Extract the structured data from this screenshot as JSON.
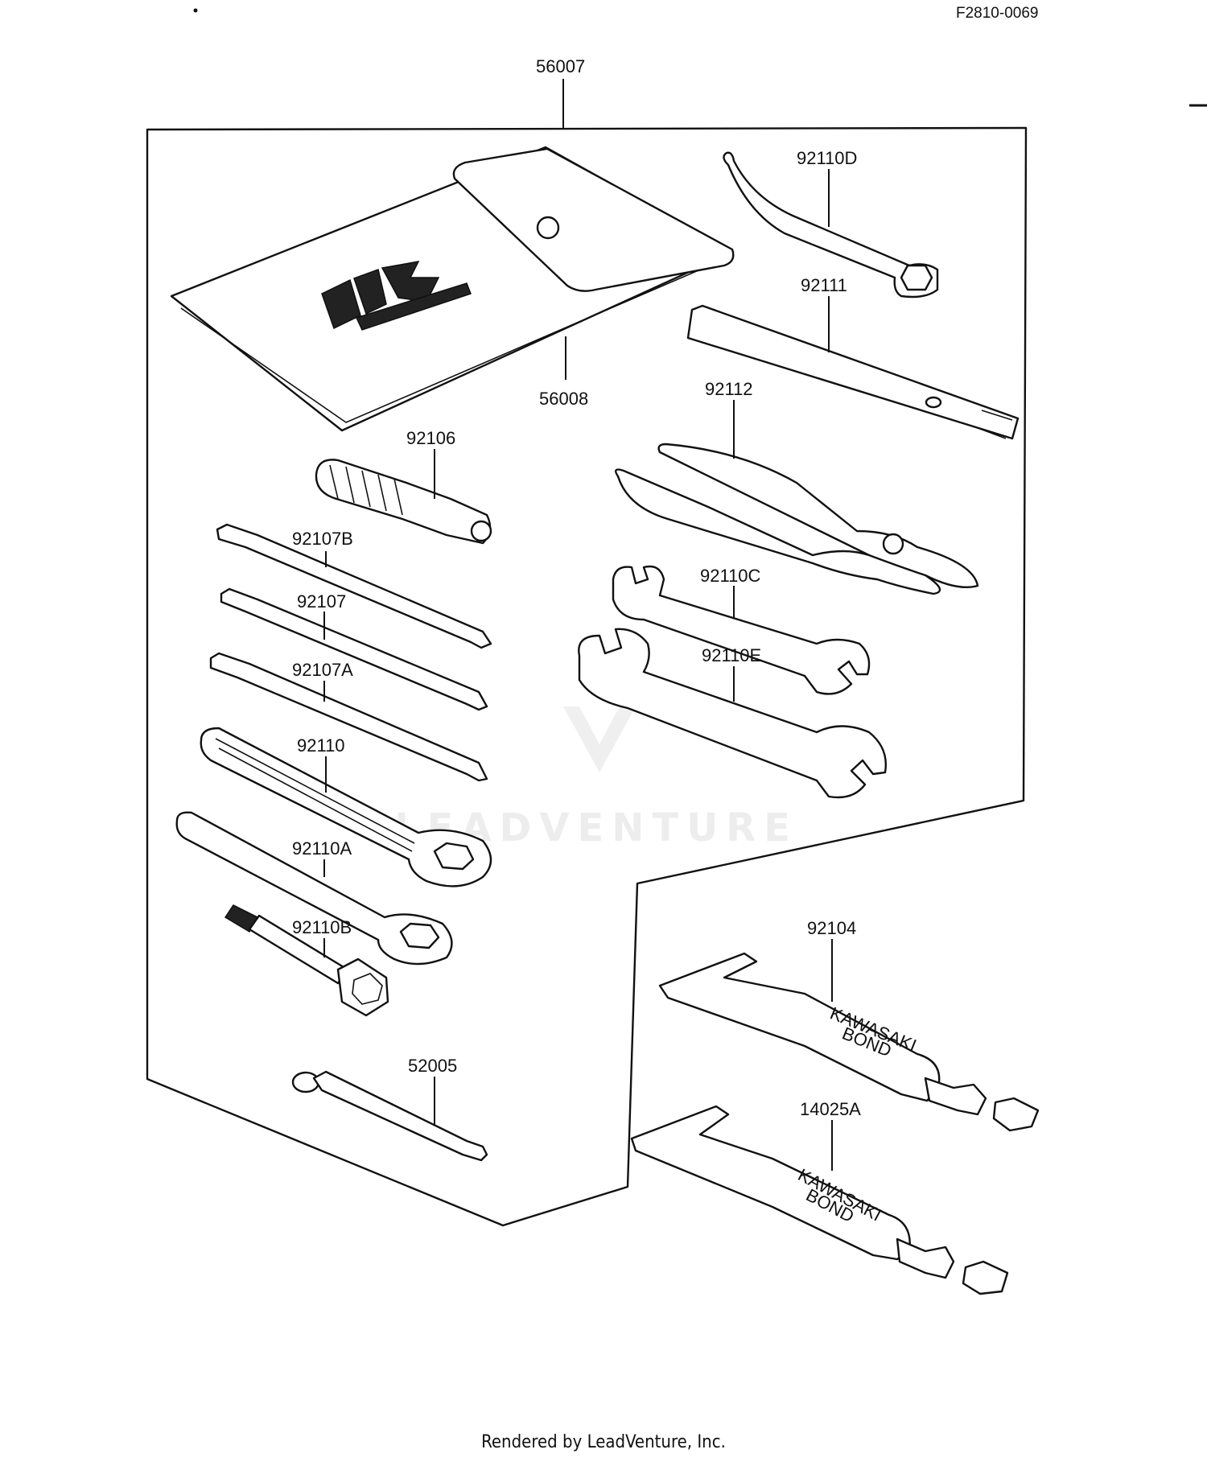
{
  "document_code": "F2810-0069",
  "footer_text": "Rendered by LeadVenture, Inc.",
  "watermark_text": "LEADVENTURE",
  "parts": {
    "p56007": "56007",
    "p56008": "56008",
    "p92110D": "92110D",
    "p92111": "92111",
    "p92112": "92112",
    "p92106": "92106",
    "p92107B": "92107B",
    "p92107": "92107",
    "p92107A": "92107A",
    "p92110C": "92110C",
    "p92110E": "92110E",
    "p92110": "92110",
    "p92110A": "92110A",
    "p92110B": "92110B",
    "p92104": "92104",
    "p52005": "52005",
    "p14025A": "14025A"
  }
}
